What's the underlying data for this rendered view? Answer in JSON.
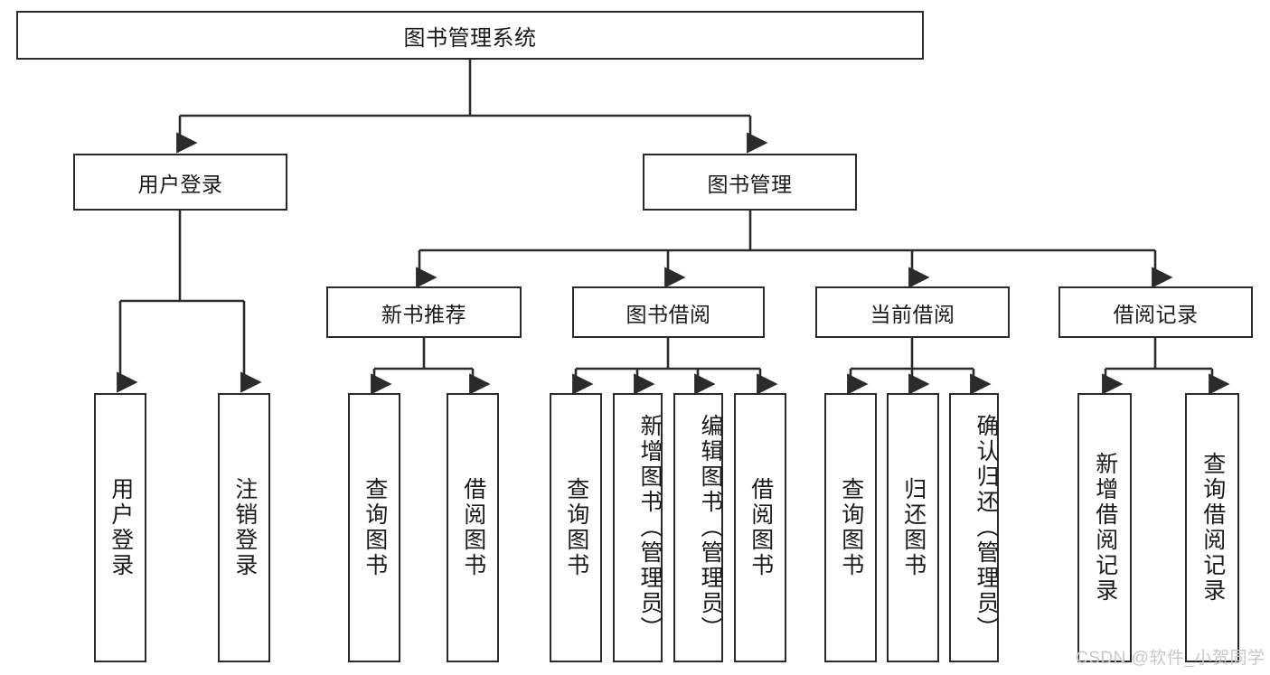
{
  "diagram": {
    "title": "图书管理系统",
    "type": "hierarchy-tree",
    "watermark": "CSDN @软件_小贺同学",
    "nodes": {
      "root": {
        "label": "图书管理系统",
        "level": 0
      },
      "level1": [
        {
          "id": "user-login",
          "label": "用户登录"
        },
        {
          "id": "book-management",
          "label": "图书管理"
        }
      ],
      "level2": [
        {
          "id": "new-book-recommend",
          "label": "新书推荐",
          "parent": "book-management"
        },
        {
          "id": "book-borrow",
          "label": "图书借阅",
          "parent": "book-management"
        },
        {
          "id": "current-borrow",
          "label": "当前借阅",
          "parent": "book-management"
        },
        {
          "id": "borrow-record",
          "label": "借阅记录",
          "parent": "book-management"
        }
      ],
      "leaves": [
        {
          "id": "leaf-user-login",
          "label": "用户登录",
          "parent": "user-login"
        },
        {
          "id": "leaf-logout-login",
          "label": "注销登录",
          "parent": "user-login"
        },
        {
          "id": "leaf-query-book-1",
          "label": "查询图书",
          "parent": "new-book-recommend"
        },
        {
          "id": "leaf-borrow-book-1",
          "label": "借阅图书",
          "parent": "new-book-recommend"
        },
        {
          "id": "leaf-query-book-2",
          "label": "查询图书",
          "parent": "book-borrow"
        },
        {
          "id": "leaf-add-book",
          "label": "新增图书（管理员）",
          "parent": "book-borrow"
        },
        {
          "id": "leaf-edit-book",
          "label": "编辑图书（管理员）",
          "parent": "book-borrow"
        },
        {
          "id": "leaf-borrow-book-2",
          "label": "借阅图书",
          "parent": "book-borrow"
        },
        {
          "id": "leaf-query-book-3",
          "label": "查询图书",
          "parent": "current-borrow"
        },
        {
          "id": "leaf-return-book",
          "label": "归还图书",
          "parent": "current-borrow"
        },
        {
          "id": "leaf-confirm-return",
          "label": "确认归还（管理员）",
          "parent": "current-borrow"
        },
        {
          "id": "leaf-add-record",
          "label": "新增借阅记录",
          "parent": "borrow-record"
        },
        {
          "id": "leaf-query-record",
          "label": "查询借阅记录",
          "parent": "borrow-record"
        }
      ]
    },
    "colors": {
      "stroke": "#2b2b2b",
      "fill": "#ffffff",
      "text": "#1a1a1a",
      "watermark": "#c8c8c8"
    }
  }
}
